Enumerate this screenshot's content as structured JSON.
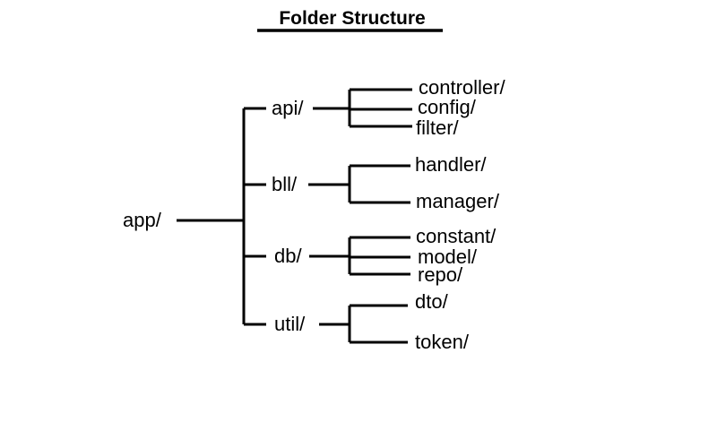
{
  "title": "Folder Structure",
  "tree": {
    "root": "app/",
    "children": [
      {
        "id": "api",
        "label": "api/",
        "children": [
          "controller/",
          "config/",
          "filter/"
        ]
      },
      {
        "id": "bll",
        "label": "bll/",
        "children": [
          "handler/",
          "manager/"
        ]
      },
      {
        "id": "db",
        "label": "db/",
        "children": [
          "constant/",
          "model/",
          "repo/"
        ]
      },
      {
        "id": "util",
        "label": "util/",
        "children": [
          "dto/",
          "token/"
        ]
      }
    ]
  }
}
